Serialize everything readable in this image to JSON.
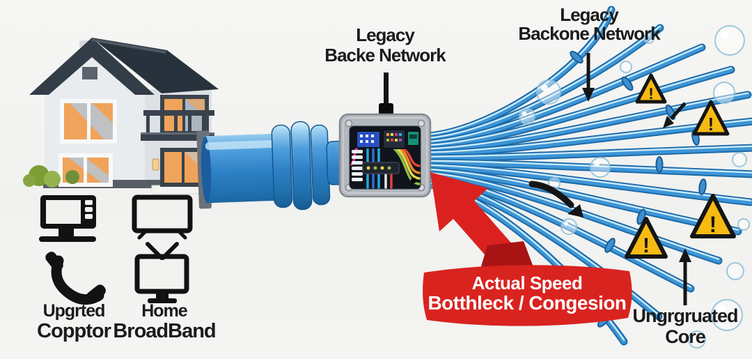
{
  "title": "Home broadband legacy backbone bottleneck diagram",
  "labels": {
    "backbone_center": {
      "line1": "Legacy",
      "line2": "Backe Network"
    },
    "backbone_right": {
      "line1": "Legacy",
      "line2": "Backone Network"
    },
    "banner": {
      "line1": "Actual Speed",
      "line2": "Botthleck / Congesion"
    },
    "upgraded_copper": {
      "line1": "Upgrted",
      "line2": "Copptor"
    },
    "home_broadband": {
      "line1": "Home",
      "line2": "BroadBand"
    },
    "core": {
      "line1": "Ungrgruated",
      "line2": "Core"
    }
  },
  "warning": {
    "symbol": "!",
    "count": 4
  },
  "colors": {
    "background": "#f2f2f0",
    "cable_blue": "#2e86c9",
    "cable_highlight": "#c8eafb",
    "banner_red": "#d9231f",
    "warning_yellow": "#f7ba12",
    "text": "#1b1b1b"
  },
  "icons": {
    "left_devices": [
      "desktop-computer-icon",
      "flat-tv-icon",
      "phone-handset-icon",
      "antenna-tv-icon"
    ],
    "scene": [
      "house-illustration",
      "broadband-pipe",
      "junction-box",
      "cable-fan",
      "warning-icon",
      "bubble"
    ]
  }
}
